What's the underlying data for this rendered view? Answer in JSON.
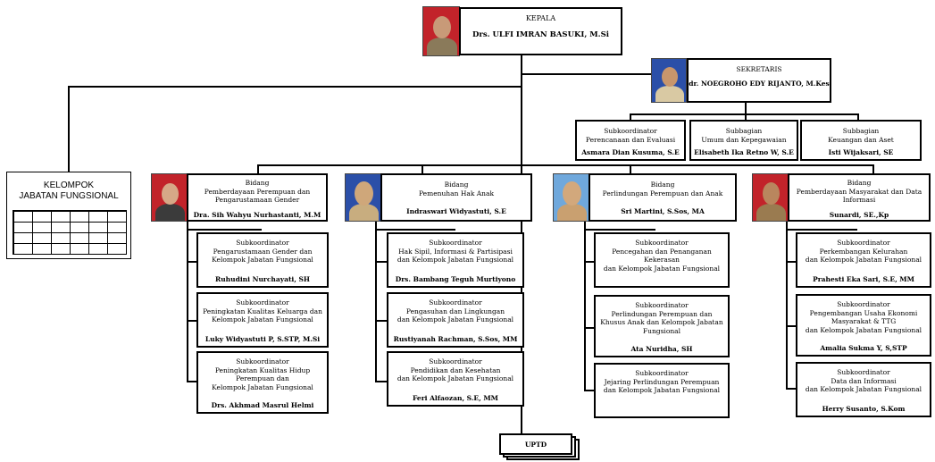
{
  "kepala": {
    "title": "KEPALA",
    "name": "Drs. ULFI IMRAN BASUKI, M.Si"
  },
  "sekretaris": {
    "title": "SEKRETARIS",
    "name": "dr. NOEGROHO EDY RIJANTO, M.Kes"
  },
  "sub_sekretariat": [
    {
      "title": "Subkoordinator\nPerencanaan dan Evaluasi",
      "name": "Asmara Dian Kusuma, S.E"
    },
    {
      "title": "Subbagian\nUmum dan Kepegawaian",
      "name": "Elisabeth Ika Retno W, S.E"
    },
    {
      "title": "Subbagian\nKeuangan dan Aset",
      "name": "Isti Wijaksari, SE"
    }
  ],
  "kelompok": {
    "title": "KELOMPOK\nJABATAN FUNGSIONAL"
  },
  "bidang": [
    {
      "title": "Bidang\nPemberdayaan Perempuan dan\nPengarustamaan Gender",
      "name": "Dra. Sih Wahyu Nurhastanti, M.M",
      "subs": [
        {
          "title": "Subkoordinator\nPengarustamaan Gender dan\nKelompok Jabatan Fungsional",
          "name": "Ruhudini Nurchayati, SH"
        },
        {
          "title": "Subkoordinator\nPeningkatan Kualitas Keluarga dan\nKelompok Jabatan Fungsional",
          "name": "Luky Widyastuti P, S.STP, M.Si"
        },
        {
          "title": "Subkoordinator\nPeningkatan Kualitas Hidup\nPerempuan dan\nKelompok Jabatan Fungsional",
          "name": "Drs. Akhmad Masrul Helmi"
        }
      ]
    },
    {
      "title": "Bidang\nPemenuhan Hak Anak",
      "name": "Indraswari Widyastuti, S.E",
      "subs": [
        {
          "title": "Subkoordinator\nHak Sipil, Informasi & Partisipasi\ndan Kelompok Jabatan Fungsional",
          "name": "Drs. Bambang Teguh Murtiyono"
        },
        {
          "title": "Subkoordinator\nPengasuhan dan Lingkungan\ndan Kelompok Jabatan Fungsional",
          "name": "Rustiyanah Rachman, S.Sos, MM"
        },
        {
          "title": "Subkoordinator\nPendidikan dan Kesehatan\ndan Kelompok Jabatan Fungsional",
          "name": "Feri Alfaozan, S.E, MM"
        }
      ]
    },
    {
      "title": "Bidang\nPerlindungan Perempuan dan Anak",
      "name": "Sri Martini, S.Sos, MA",
      "subs": [
        {
          "title": "Subkoordinator\nPencegahan dan Penanganan Kekerasan\ndan Kelompok Jabatan Fungsional",
          "name": ""
        },
        {
          "title": "Subkoordinator\nPerlindungan Perempuan dan\nKhusus Anak dan Kelompok Jabatan\nFungsional",
          "name": "Ata Nuridha, SH"
        },
        {
          "title": "Subkoordinator\nJejaring Perlindungan Perempuan\ndan Kelompok Jabatan Fungsional",
          "name": ""
        }
      ]
    },
    {
      "title": "Bidang\nPemberdayaan Masyarakat dan Data\nInformasi",
      "name": "Sunardi, SE.,Kp",
      "subs": [
        {
          "title": "Subkoordinator\nPerkembangan Kelurahan\ndan Kelompok Jabatan Fungsional",
          "name": "Prahesti Eka Sari, S.E, MM"
        },
        {
          "title": "Subkoordinator\nPengembangan Usaha Ekonomi\nMasyarakat & TTG\ndan Kelompok Jabatan Fungsional",
          "name": "Amalia Sukma Y, S,STP"
        },
        {
          "title": "Subkoordinator\nData dan Informasi\ndan Kelompok Jabatan Fungsional",
          "name": "Herry Susanto, S.Kom"
        }
      ]
    }
  ],
  "uptd": {
    "title": "UPTD"
  },
  "colors": {
    "line": "#000000",
    "photo_red": "#c2232a",
    "photo_blue": "#2b4fa8",
    "photo_sky": "#6fa8dc"
  }
}
